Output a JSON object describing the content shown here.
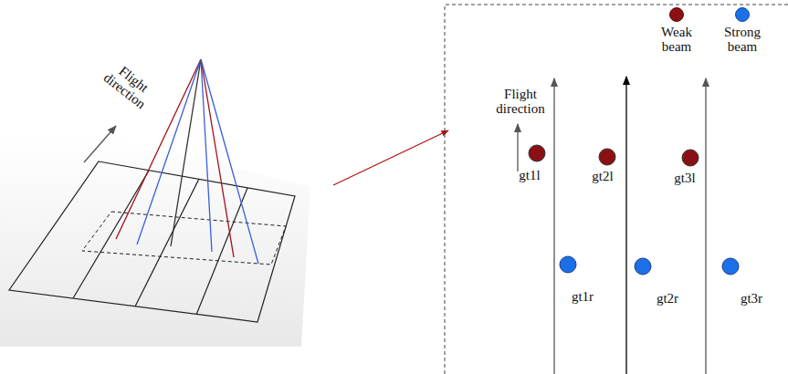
{
  "diagram": {
    "labels": [
      "Flight direction",
      "Flight direction",
      "gt1l",
      "gt2l",
      "gt3l",
      "gt1r",
      "gt2r",
      "gt3r"
    ],
    "legend": [
      {
        "text": "Weak beam",
        "color": "#8b1014"
      },
      {
        "text": "Strong beam",
        "color": "#1d6fe8"
      }
    ]
  }
}
